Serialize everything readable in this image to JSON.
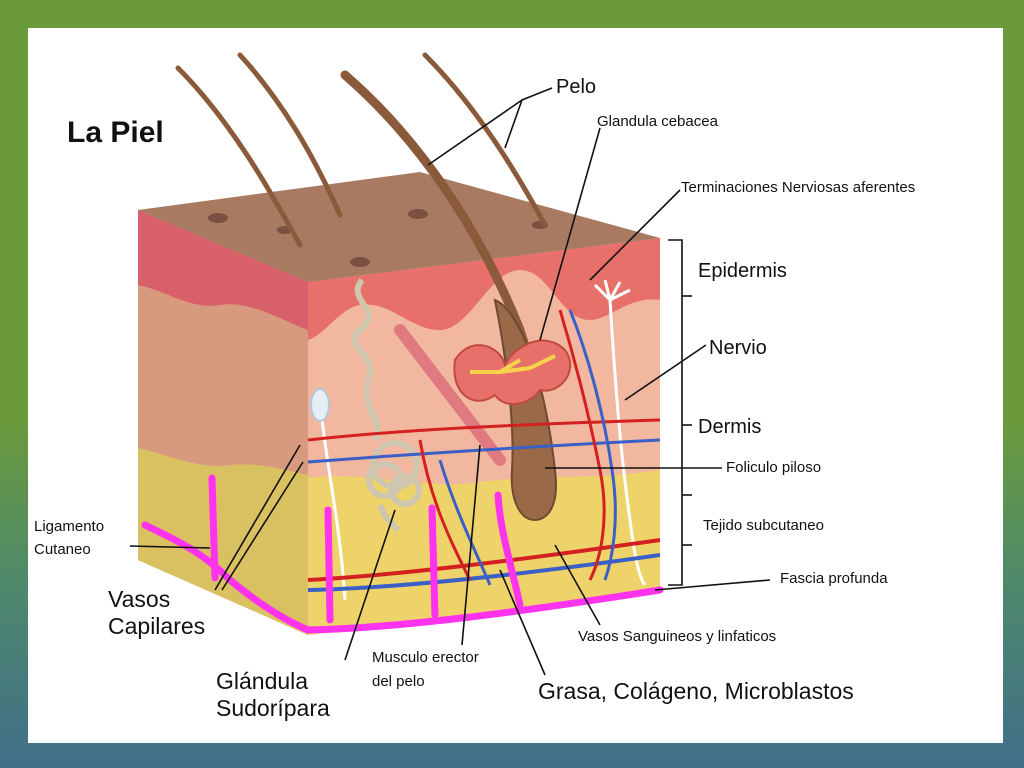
{
  "title": "La Piel",
  "labels": {
    "pelo": "Pelo",
    "glandula_cebacea": "Glandula cebacea",
    "terminaciones": "Terminaciones Nerviosas aferentes",
    "epidermis": "Epidermis",
    "nervio": "Nervio",
    "dermis": "Dermis",
    "foliculo": "Foliculo piloso",
    "tejido": "Tejido subcutaneo",
    "fascia": "Fascia profunda",
    "ligamento_1": "Ligamento",
    "ligamento_2": "Cutaneo",
    "vasos_1": "Vasos",
    "vasos_2": "Capilares",
    "glandula_sud_1": "Glándula",
    "glandula_sud_2": "Sudorípara",
    "musculo_1": "Musculo erector",
    "musculo_2": "del pelo",
    "vasos_sanguineos": "Vasos Sanguineos y linfaticos",
    "grasa": "Grasa, Colágeno, Microblastos"
  },
  "colors": {
    "frame_green": "#6a9a3c",
    "frame_blue": "#3f6f8a",
    "skin_top": "#a0725a",
    "epidermis": "#e8706a",
    "dermis": "#f0b49a",
    "subcutaneous": "#e6cf62",
    "fascia": "#ff33ee",
    "hair": "#8a5a3a",
    "artery": "#d42020",
    "vein": "#3a60c8",
    "nerve": "#ffffff"
  }
}
